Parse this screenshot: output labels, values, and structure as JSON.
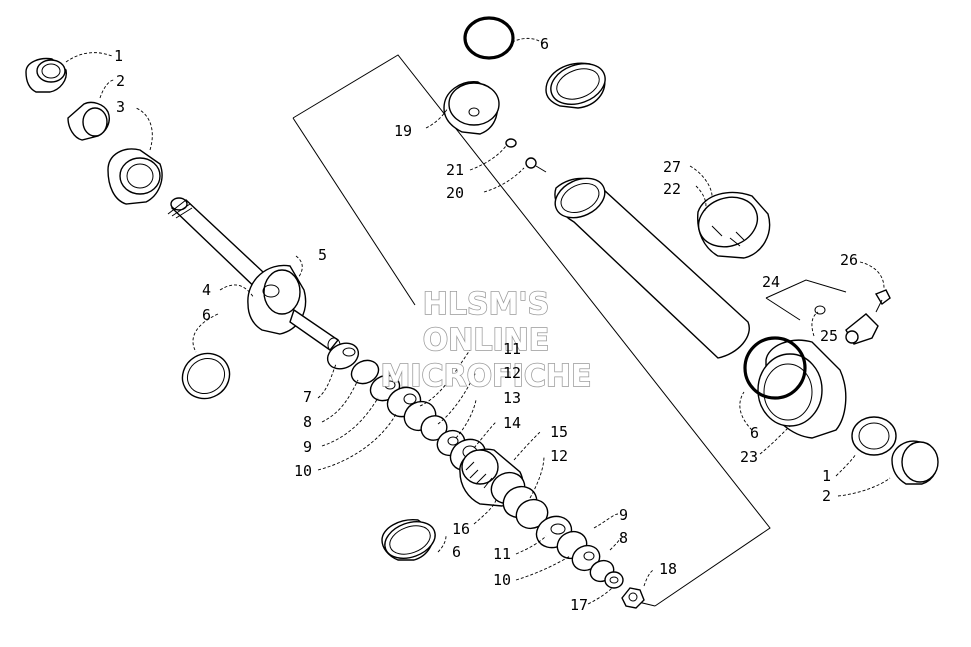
{
  "watermark": {
    "line1": "HLSM'S",
    "line2": "ONLINE",
    "line3": "MICROFICHE"
  },
  "callouts": {
    "top_left_1": "1",
    "top_left_2": "2",
    "top_left_3": "3",
    "shaft_4": "4",
    "body_5": "5",
    "ring_6_left": "6",
    "ring_6_top": "6",
    "ring_6_bottom": "6",
    "ring_6_right": "6",
    "washer_7": "7",
    "washer_8_a": "8",
    "washer_8_b": "8",
    "washer_9_a": "9",
    "washer_9_b": "9",
    "washer_10_a": "10",
    "washer_10_b": "10",
    "washer_11_a": "11",
    "washer_11_b": "11",
    "washer_12_a": "12",
    "washer_12_b": "12",
    "washer_13": "13",
    "washer_14": "14",
    "piston_15": "15",
    "piston_16": "16",
    "nut_17": "17",
    "nut_18": "18",
    "cap_19": "19",
    "pin_20": "20",
    "ring_21": "21",
    "tube_22": "22",
    "housing_23": "23",
    "kit_24": "24",
    "valve_25": "25",
    "screw_26": "26",
    "sleeve_27": "27",
    "bottom_right_1": "1",
    "bottom_right_2": "2"
  }
}
